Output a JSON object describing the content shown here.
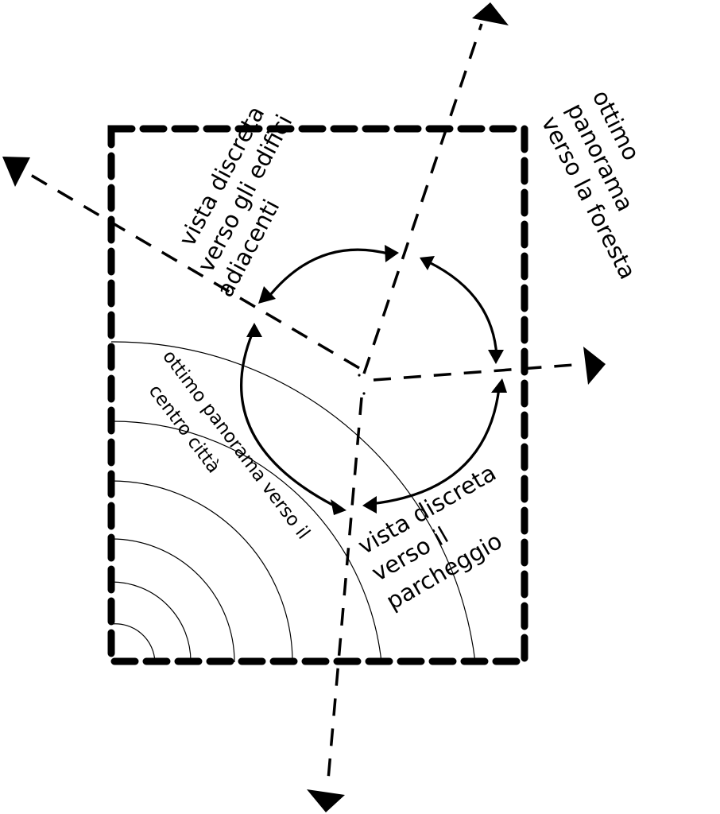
{
  "labels": {
    "forest_view": [
      "ottimo",
      "panorama",
      "verso la foresta"
    ],
    "buildings_view": [
      "vista discreta",
      "verso gli edifici",
      "adiacenti"
    ],
    "parking_view": [
      "vista discreta",
      "verso il",
      "parcheggio"
    ],
    "city_view": [
      "ottimo panorama verso il",
      "centro città"
    ]
  },
  "colors": {
    "ink": "#000000",
    "background": "#ffffff"
  }
}
